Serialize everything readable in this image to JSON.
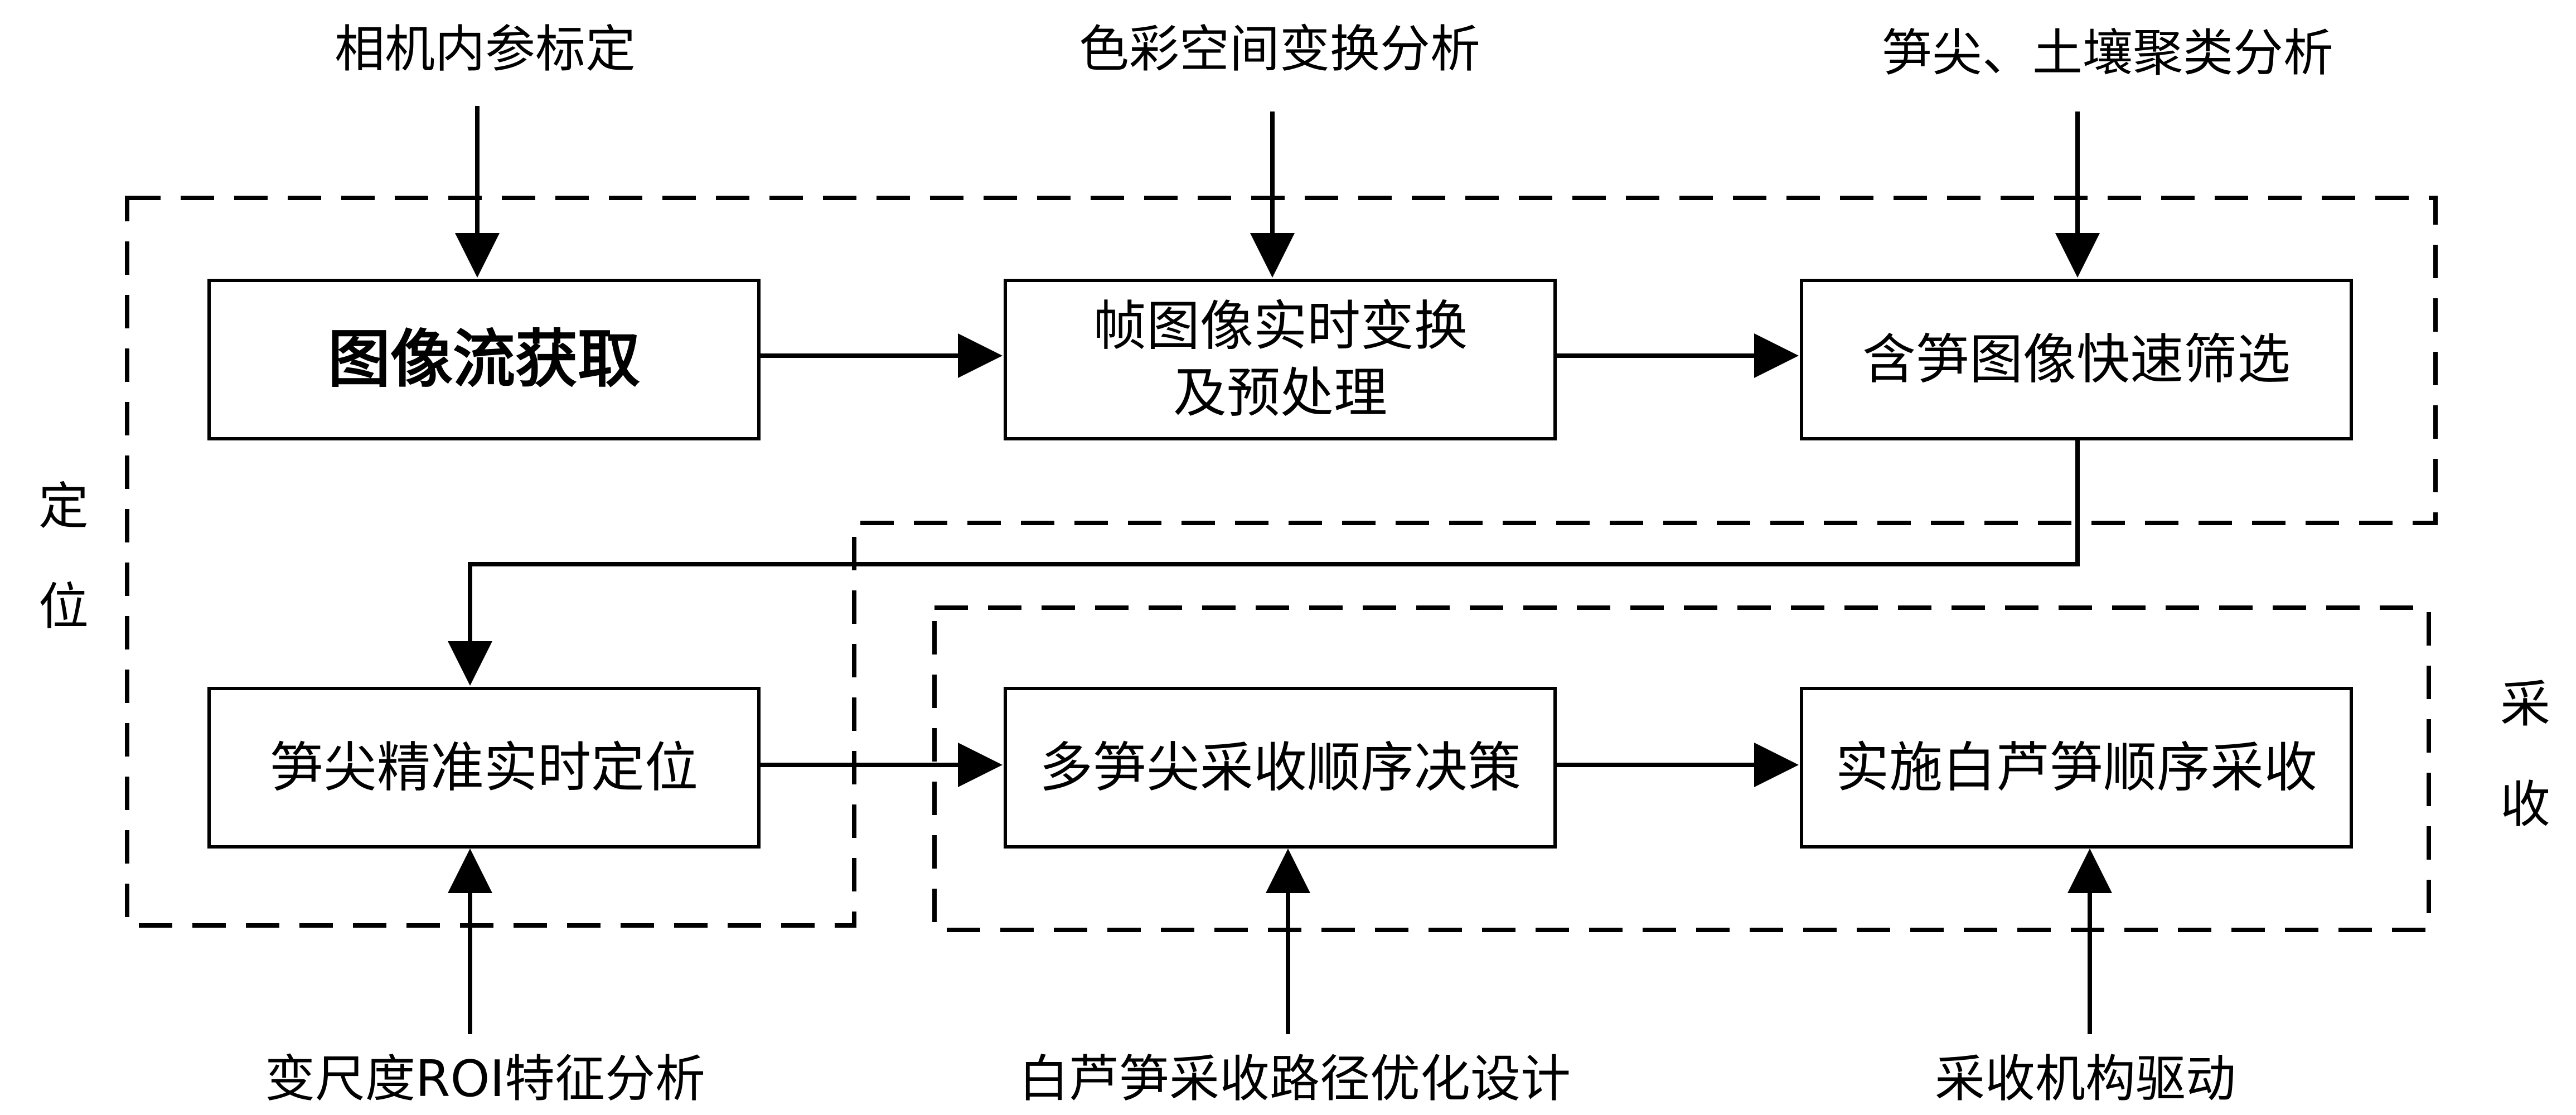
{
  "inputs_top": {
    "camera_calibration": "相机内参标定",
    "color_space_analysis": "色彩空间变换分析",
    "clustering_analysis": "笋尖、土壤聚类分析"
  },
  "inputs_bottom": {
    "roi_feature_analysis": "变尺度ROI特征分析",
    "path_optimization": "白芦笋采收路径优化设计",
    "mechanism_drive": "采收机构驱动"
  },
  "boxes": {
    "image_stream": "图像流获取",
    "frame_transform": "帧图像实时变换\n及预处理",
    "fast_screening": "含笋图像快速筛选",
    "tip_localization": "笋尖精准实时定位",
    "order_decision": "多笋尖采收顺序决策",
    "execute_harvest": "实施白芦笋顺序采收"
  },
  "group_labels": {
    "localization": "定位",
    "harvest": "采收"
  },
  "colors": {
    "stroke": "#000000",
    "background": "#ffffff"
  }
}
